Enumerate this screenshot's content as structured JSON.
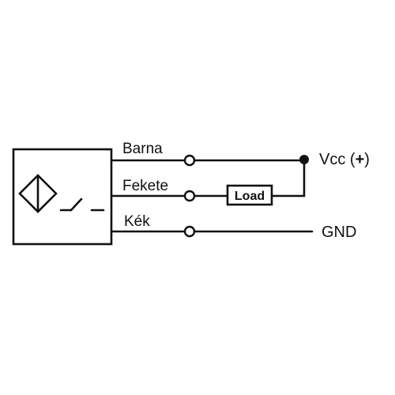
{
  "diagram": {
    "wires": {
      "brown": "Barna",
      "black": "Fekete",
      "blue": "Kék"
    },
    "load": "Load",
    "supply": {
      "vcc": "Vcc (",
      "plus": "+",
      "close": ")",
      "gnd": "GND"
    }
  },
  "colors": {
    "line": "#111111",
    "background": "#ffffff"
  }
}
